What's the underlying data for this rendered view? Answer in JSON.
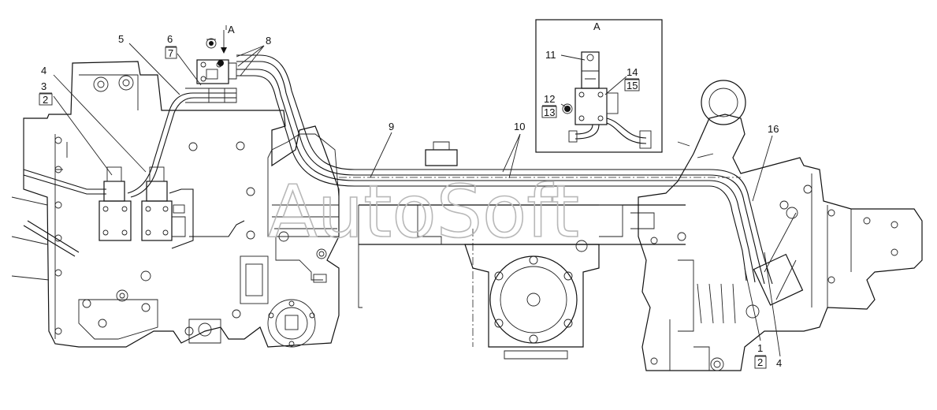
{
  "watermark": "AutoSoft",
  "view_label": "A",
  "inset_title": "A",
  "callouts": {
    "c1": "1",
    "c2": "2",
    "c3": "3",
    "c4": "4",
    "c5": "5",
    "c6": "6",
    "c7": "7",
    "c8": "8",
    "c9": "9",
    "c10": "10",
    "c11": "11",
    "c12": "12",
    "c13": "13",
    "c14": "14",
    "c15": "15",
    "c16": "16"
  }
}
